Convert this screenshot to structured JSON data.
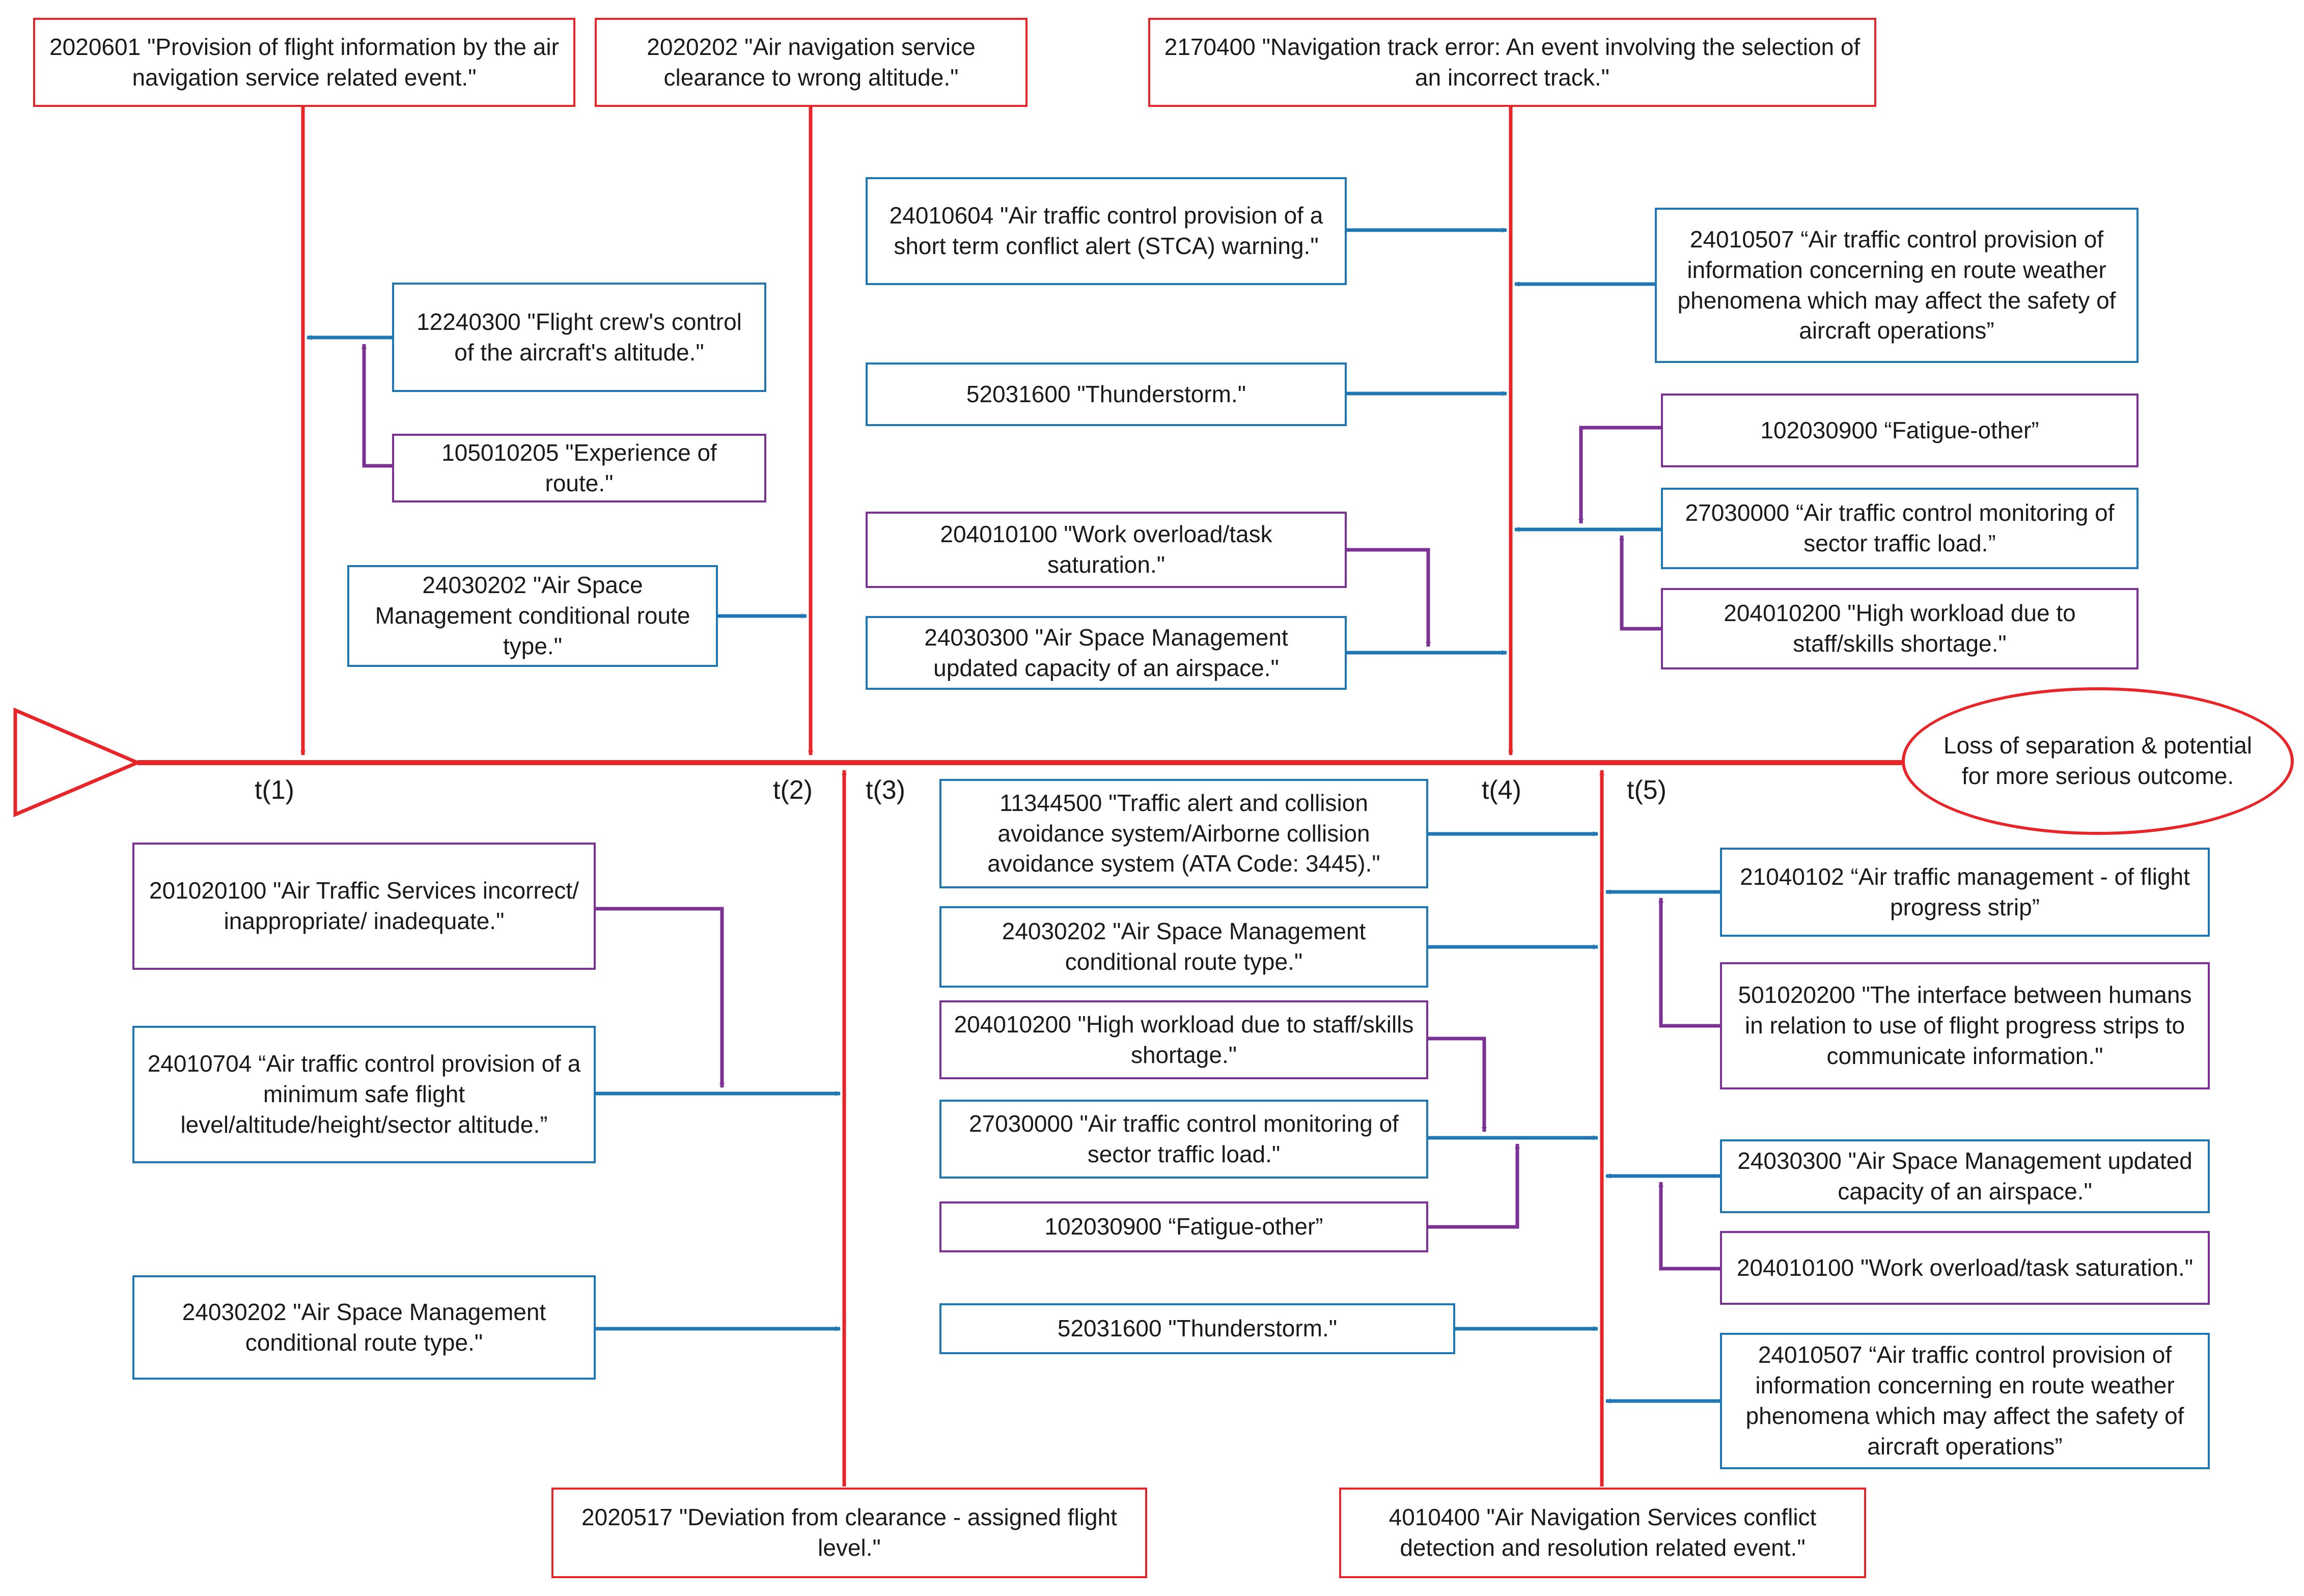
{
  "colors": {
    "event": "#e8262a",
    "descriptive_factor": "#1f78b4",
    "explanatory_factor": "#7b3294",
    "text": "#1a1a1a"
  },
  "outcome": {
    "text": "Loss of separation & potential for more serious outcome."
  },
  "time_labels": [
    "t(1)",
    "t(2)",
    "t(3)",
    "t(4)",
    "t(5)"
  ],
  "events": [
    {
      "id": "e1",
      "text": "2020601 \"Provision of flight information by the air navigation service related event.\""
    },
    {
      "id": "e2",
      "text": "2020202 \"Air navigation service clearance to wrong altitude.\""
    },
    {
      "id": "e3",
      "text": "2020517 \"Deviation from clearance - assigned flight level.\""
    },
    {
      "id": "e4",
      "text": "2170400 \"Navigation track error: An event involving the selection of an incorrect track.\""
    },
    {
      "id": "e5",
      "text": "4010400 \"Air Navigation Services conflict detection and resolution related event.\""
    }
  ],
  "factors": [
    {
      "id": "f1",
      "text": "12240300  \"Flight crew's control of the aircraft's altitude.\""
    },
    {
      "id": "f2",
      "text": "105010205 \"Experience of route.\""
    },
    {
      "id": "f3",
      "text": "24030202 \"Air Space Management conditional route type.\""
    },
    {
      "id": "f4",
      "text": "24010604 \"Air traffic control provision of a short term conflict alert (STCA) warning.\""
    },
    {
      "id": "f5",
      "text": "52031600 \"Thunderstorm.\""
    },
    {
      "id": "f6",
      "text": "204010100 \"Work overload/task saturation.\""
    },
    {
      "id": "f7",
      "text": "24030300 \"Air Space Management updated capacity of an airspace.\""
    },
    {
      "id": "f8",
      "text": "24010507 “Air traffic control provision of information concerning en route weather phenomena which may affect the safety of aircraft operations”"
    },
    {
      "id": "f9",
      "text": "102030900 “Fatigue-other”"
    },
    {
      "id": "f10",
      "text": "27030000 “Air traffic control monitoring of sector traffic load.”"
    },
    {
      "id": "f11",
      "text": "204010200 \"High workload due to staff/skills shortage.\""
    },
    {
      "id": "f12",
      "text": "201020100 \"Air Traffic Services incorrect/ inappropriate/ inadequate.\""
    },
    {
      "id": "f13",
      "text": "24010704  “Air traffic control provision of a minimum safe flight level/altitude/height/sector altitude.”"
    },
    {
      "id": "f14",
      "text": "24030202 \"Air Space Management conditional route type.\""
    },
    {
      "id": "f15",
      "text": "11344500 \"Traffic alert and collision avoidance system/Airborne collision avoidance system (ATA Code: 3445).\""
    },
    {
      "id": "f16",
      "text": "24030202 \"Air Space Management conditional route type.\""
    },
    {
      "id": "f17",
      "text": "204010200 \"High workload due to staff/skills shortage.\""
    },
    {
      "id": "f18",
      "text": "27030000 \"Air traffic control monitoring of sector traffic load.\""
    },
    {
      "id": "f19",
      "text": "102030900 “Fatigue-other”"
    },
    {
      "id": "f20",
      "text": "52031600 \"Thunderstorm.\""
    },
    {
      "id": "f21",
      "text": "21040102 “Air traffic management - of flight progress strip”"
    },
    {
      "id": "f22",
      "text": "501020200 \"The interface between humans in relation to use of flight progress strips to communicate information.\""
    },
    {
      "id": "f23",
      "text": "24030300 \"Air Space Management updated capacity of an airspace.\""
    },
    {
      "id": "f24",
      "text": "204010100 \"Work overload/task saturation.\""
    },
    {
      "id": "f25",
      "text": "24010507 “Air traffic control provision of information concerning en route weather phenomena which may affect the safety of aircraft operations”"
    }
  ]
}
